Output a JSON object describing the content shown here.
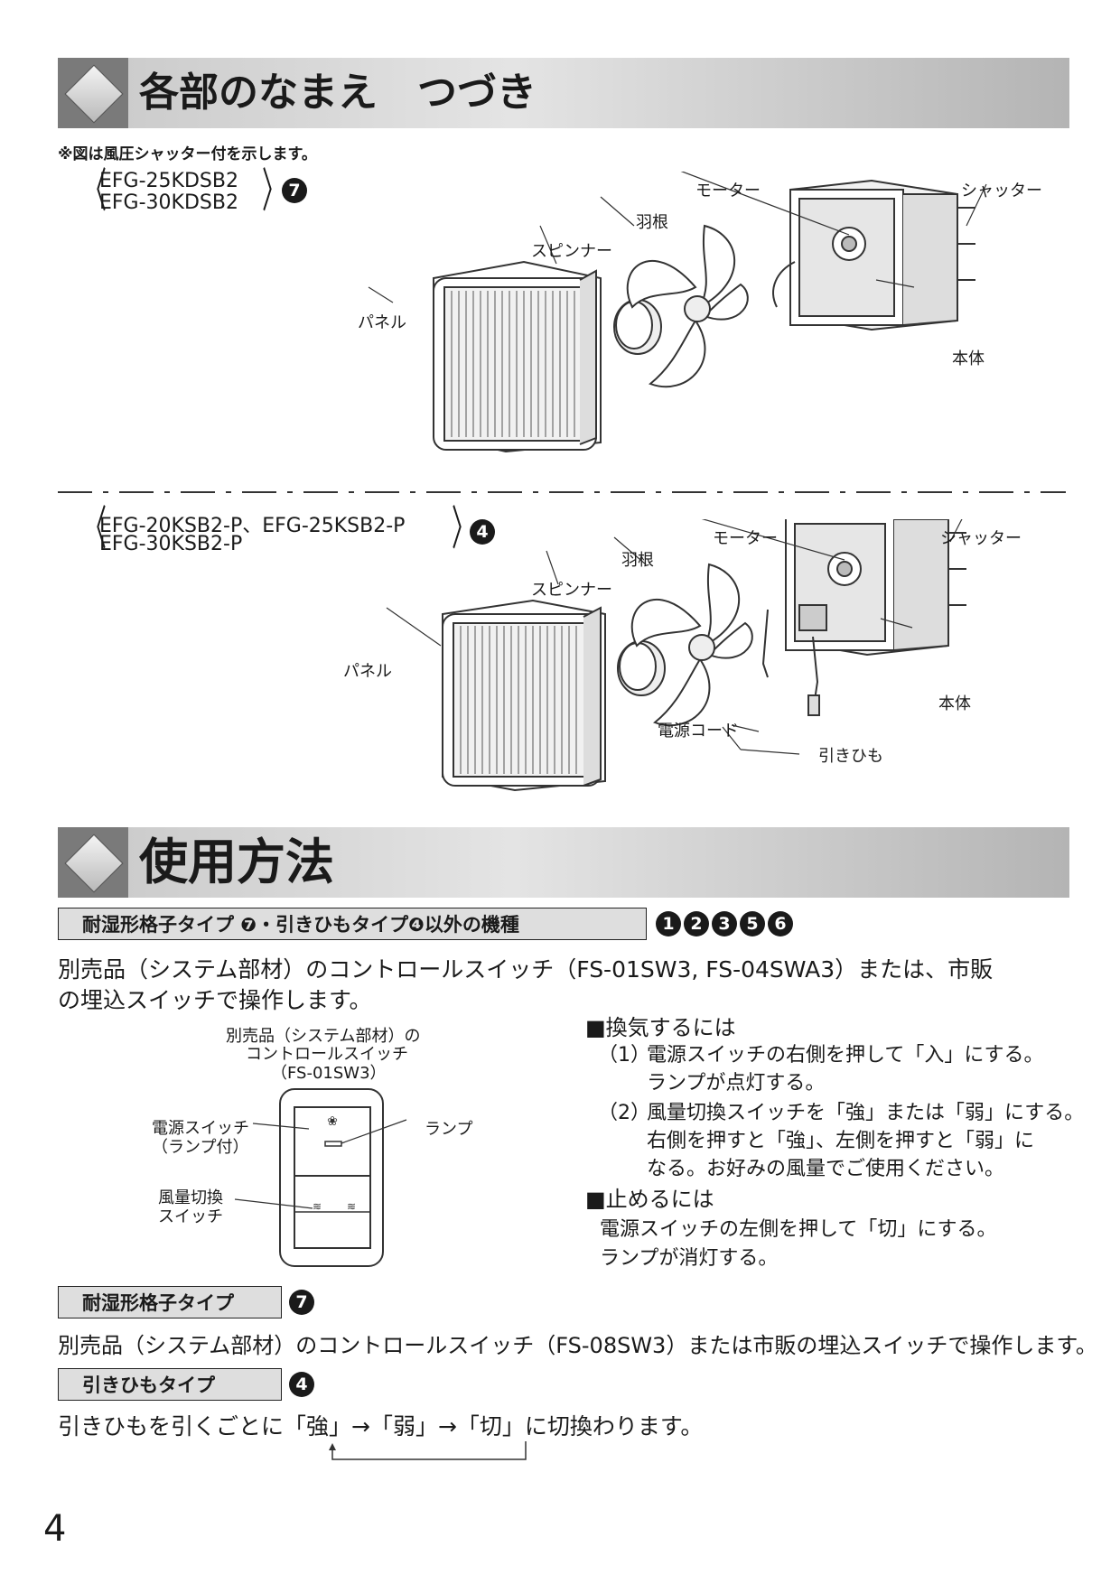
{
  "sections": {
    "names_title": "各部のなまえ　つづき",
    "usage_title": "使用方法"
  },
  "note": "※図は風圧シャッター付を示します。",
  "model_group1": {
    "line1": "EFG-25KDSB2",
    "line2": "EFG-30KDSB2",
    "badge": "7"
  },
  "model_group2": {
    "line1": "EFG-20KSB2-P、EFG-25KSB2-P",
    "line2": "EFG-30KSB2-P",
    "badge": "4"
  },
  "diagram1": {
    "motor": "モーター",
    "shutter": "シャッター",
    "blade": "羽根",
    "spinner": "スピンナー",
    "panel": "パネル",
    "body": "本体"
  },
  "diagram2": {
    "motor": "モーター",
    "shutter": "シャッター",
    "blade": "羽根",
    "spinner": "スピンナー",
    "panel": "パネル",
    "body": "本体",
    "cord": "電源コード",
    "pullcord": "引きひも"
  },
  "usage": {
    "tag1": "耐湿形格子タイプ ❼・引きひもタイプ❹以外の機種",
    "tag1_badges": [
      "1",
      "2",
      "3",
      "5",
      "6"
    ],
    "intro_line1": "別売品（システム部材）のコントロールスイッチ（FS-01SW3, FS-04SWA3）または、市販",
    "intro_line2": "の埋込スイッチで操作します。",
    "switch_caption1": "別売品（システム部材）の",
    "switch_caption2": "コントロールスイッチ",
    "switch_caption3": "（FS-01SW3）",
    "power_switch1": "電源スイッチ",
    "power_switch2": "（ランプ付）",
    "lamp": "ランプ",
    "fan_switch1": "風量切換",
    "fan_switch2": "スイッチ",
    "vent_heading": "■換気するには",
    "step1_num": "（1）",
    "step1_line1": "電源スイッチの右側を押して「入」にする。",
    "step1_line2": "ランプが点灯する。",
    "step2_num": "（2）",
    "step2_line1": "風量切換スイッチを「強」または「弱」にする。",
    "step2_line2": "右側を押すと「強」、左側を押すと「弱」に",
    "step2_line3": "なる。お好みの風量でご使用ください。",
    "stop_heading": "■止めるには",
    "stop_line1": "電源スイッチの左側を押して「切」にする。",
    "stop_line2": "ランプが消灯する。",
    "tag2": "耐湿形格子タイプ",
    "tag2_badge": "7",
    "tag2_text": "別売品（システム部材）のコントロールスイッチ（FS-08SW3）または市販の埋込スイッチで操作します。",
    "tag3": "引きひもタイプ",
    "tag3_badge": "4",
    "tag3_text": "引きひもを引くごとに「強」→「弱」→「切」に切換わります。"
  },
  "page_number": "4"
}
